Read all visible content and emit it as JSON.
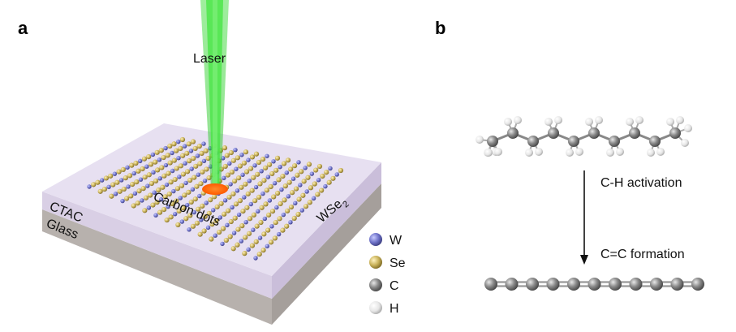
{
  "panel_a": {
    "letter": "a",
    "laser_label": "Laser",
    "ctac_label": "CTAC",
    "glass_label": "Glass",
    "carbon_dots_label": "Carbon dots",
    "wse2_label": "WSe",
    "wse2_subscript": "2"
  },
  "legend": {
    "items": [
      {
        "label": "W",
        "color": "#6f73c9"
      },
      {
        "label": "Se",
        "color": "#c9b25a"
      },
      {
        "label": "C",
        "color": "#8a8a8a"
      },
      {
        "label": "H",
        "color": "#eeeeee"
      }
    ]
  },
  "panel_b": {
    "letter": "b",
    "step1_label": "C-H activation",
    "step2_label": "C=C formation"
  },
  "colors": {
    "laser": "#3ddc3a",
    "spot": "#ff6a1a",
    "ctac_layer": "#d9cfe6",
    "glass_layer": "#b9b4b2",
    "W": "#6f73c9",
    "Se": "#c9b25a",
    "C": "#8a8a8a",
    "H": "#eeeeee"
  }
}
